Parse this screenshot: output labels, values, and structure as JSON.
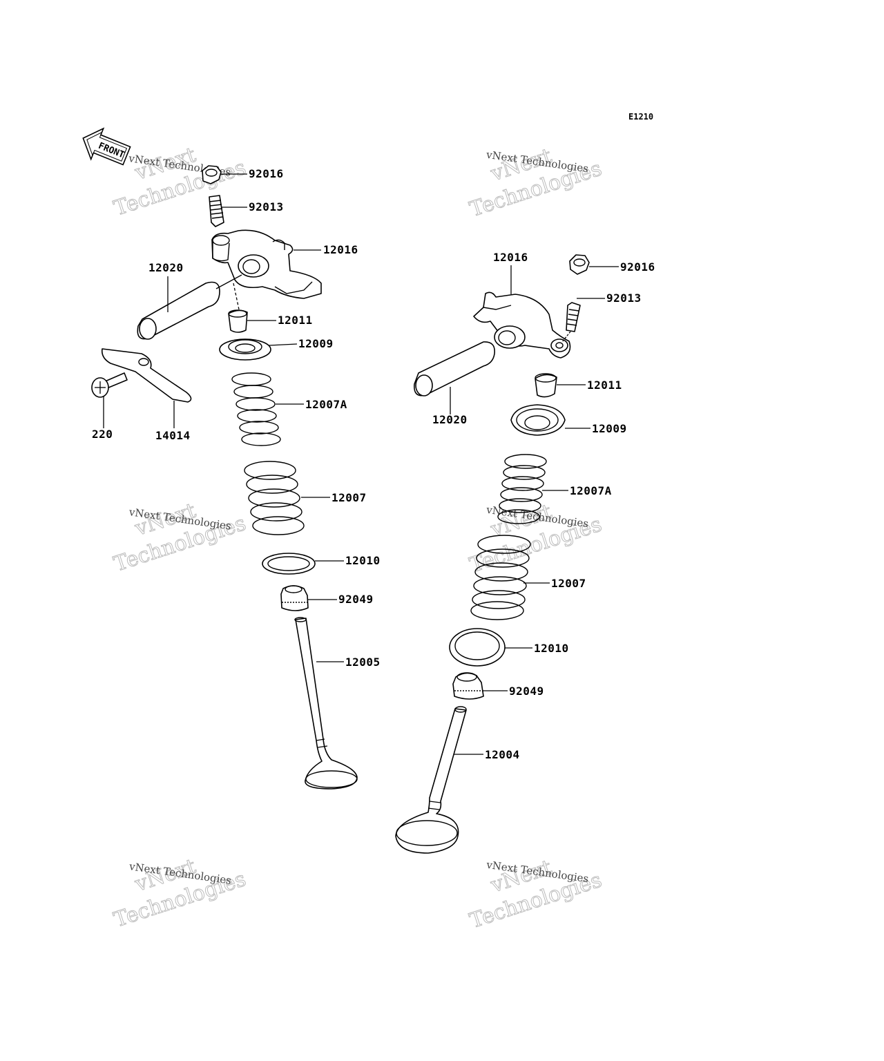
{
  "diagram": {
    "code": "E1210",
    "front_label": "FRONT",
    "watermark_small": "vNext Technologies",
    "watermark_large_a": "vNext",
    "watermark_large_b": "Technologies",
    "left_labels": {
      "nut": "92016",
      "screw": "92013",
      "rocker_arm": "12016",
      "shaft": "12020",
      "cotter": "12011",
      "retainer": "12009",
      "inner_spring": "12007A",
      "bolt": "220",
      "plate": "14014",
      "outer_spring": "12007",
      "seat": "12010",
      "seal": "92049",
      "valve": "12005"
    },
    "right_labels": {
      "rocker_arm": "12016",
      "nut": "92016",
      "screw": "92013",
      "cotter": "12011",
      "shaft": "12020",
      "retainer": "12009",
      "inner_spring": "12007A",
      "outer_spring": "12007",
      "seat": "12010",
      "seal": "92049",
      "valve": "12004"
    }
  }
}
